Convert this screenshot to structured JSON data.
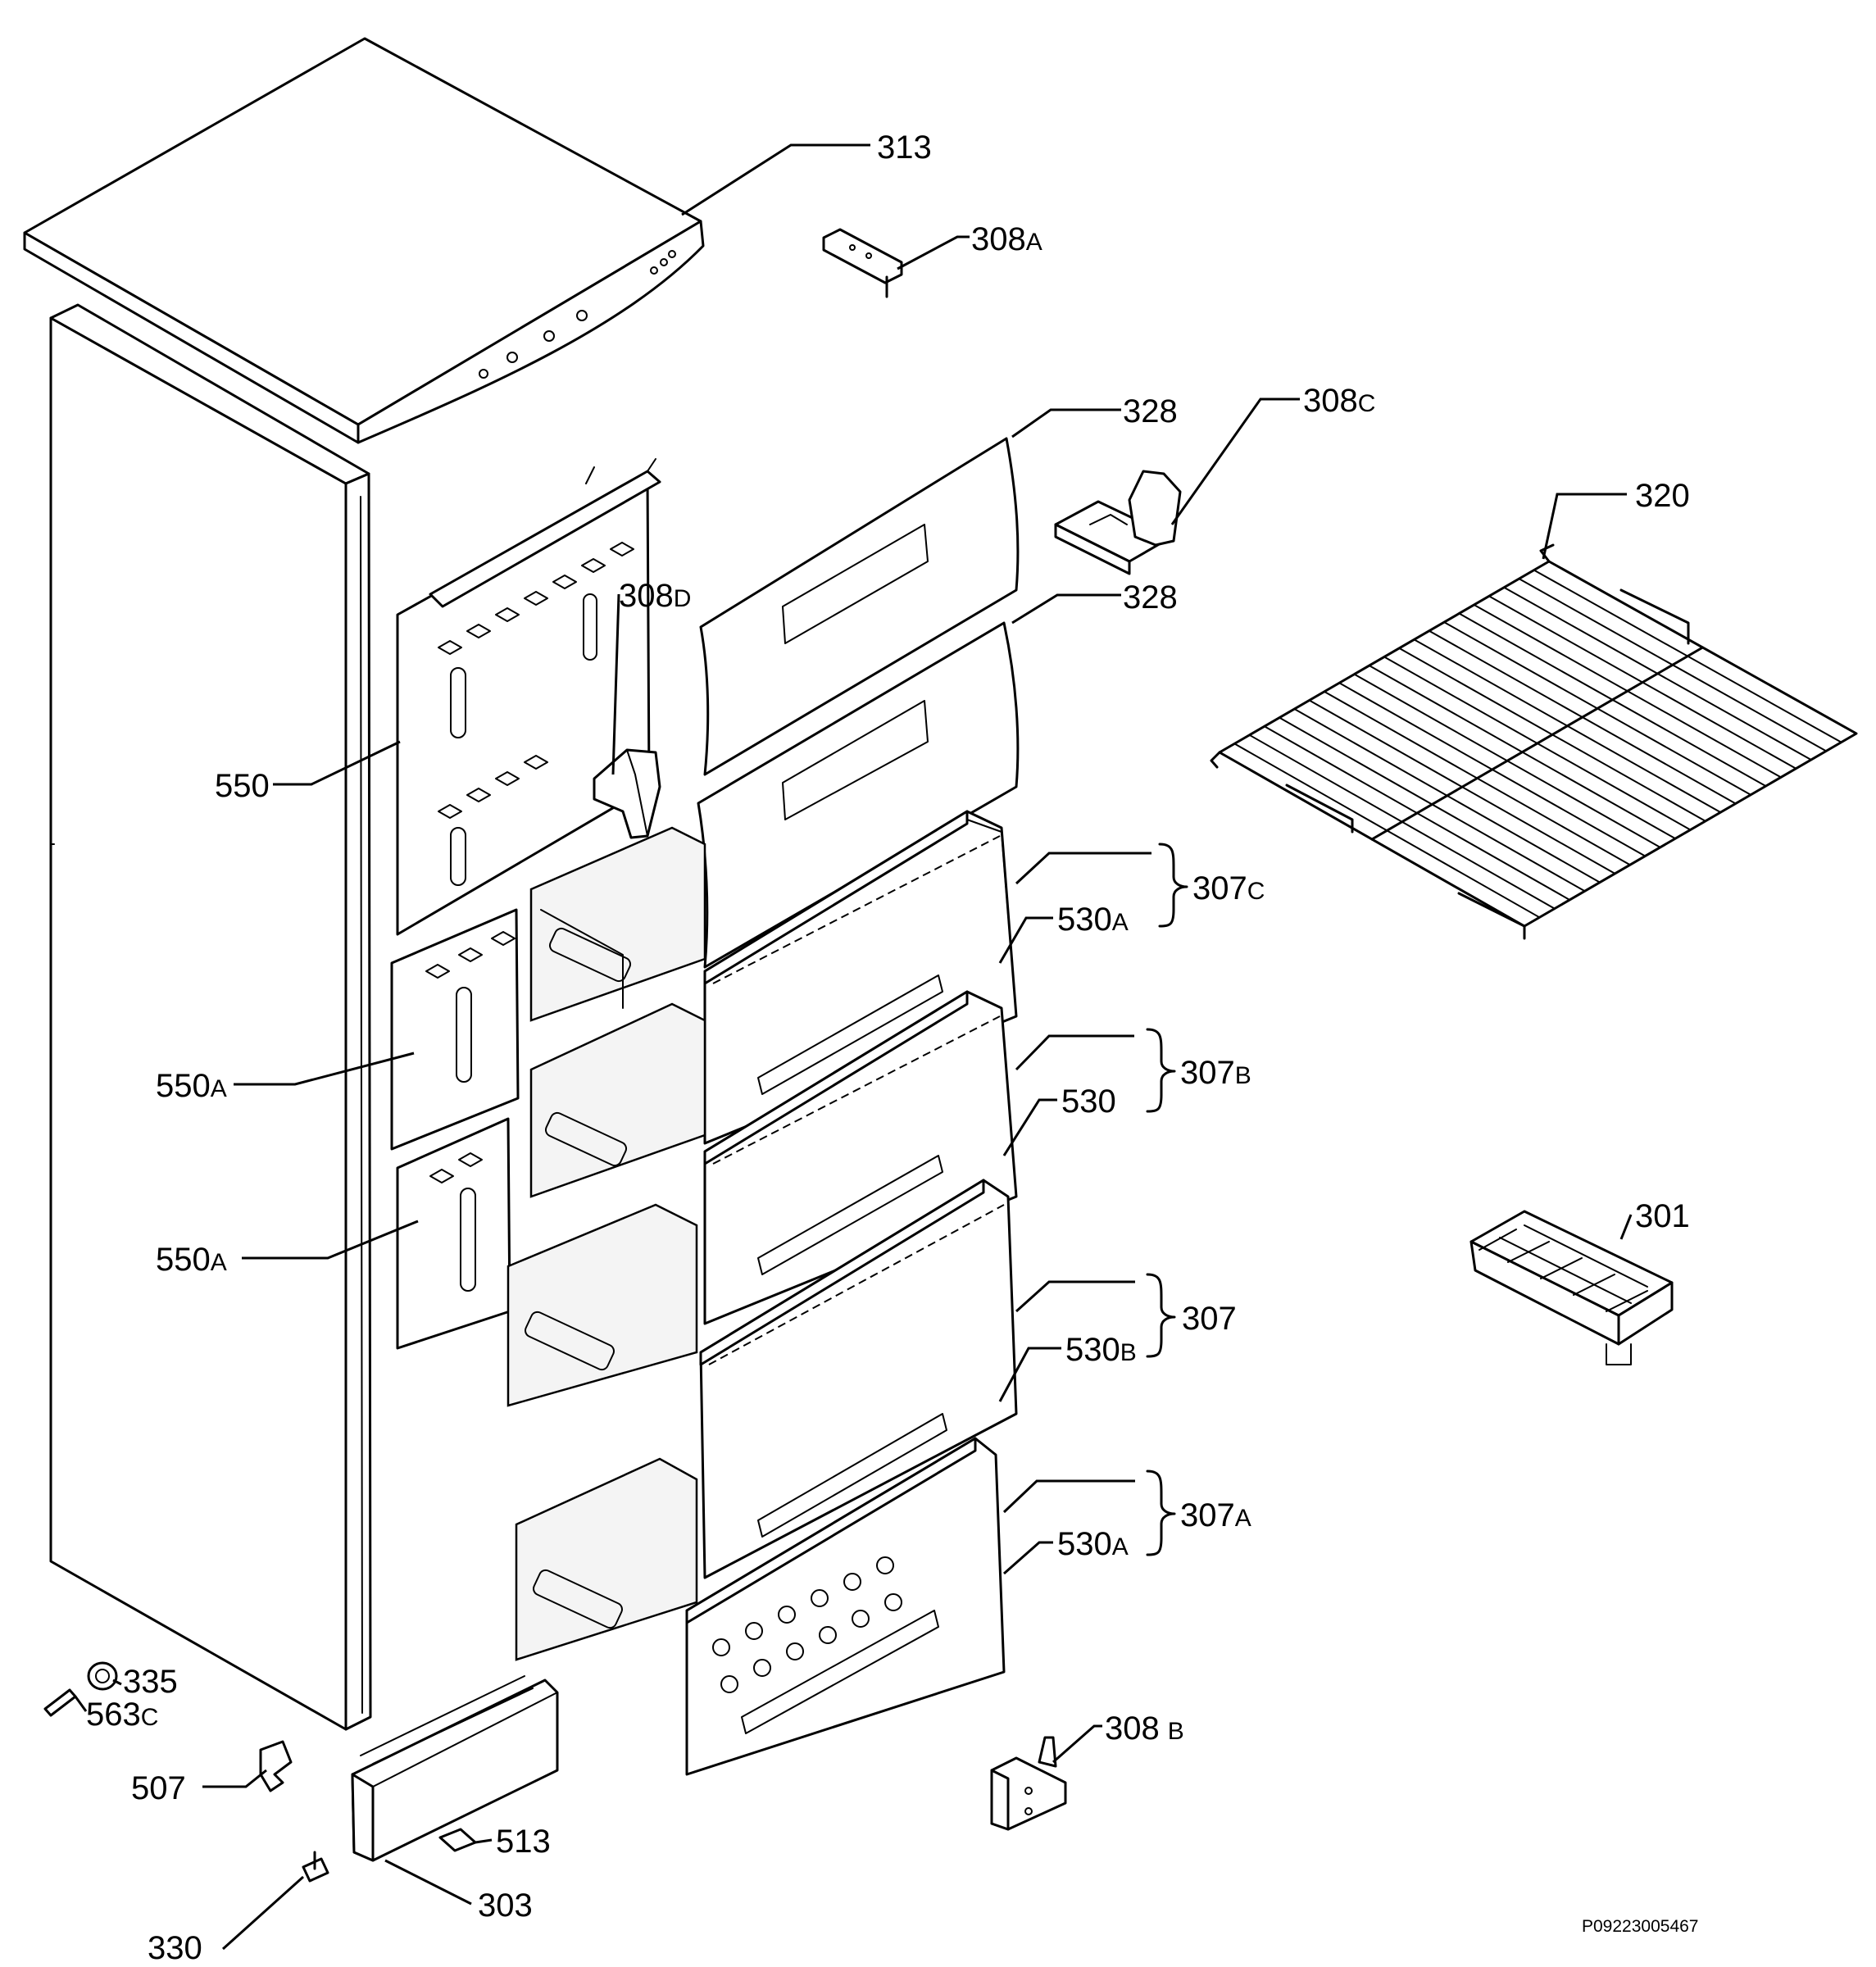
{
  "labels": {
    "l313": {
      "num": "313",
      "suffix": ""
    },
    "l308a": {
      "num": "308",
      "suffix": "A"
    },
    "l328a": {
      "num": "328",
      "suffix": ""
    },
    "l308c": {
      "num": "308",
      "suffix": "C"
    },
    "l320": {
      "num": "320",
      "suffix": ""
    },
    "l328b": {
      "num": "328",
      "suffix": ""
    },
    "l308d": {
      "num": "308",
      "suffix": "D"
    },
    "l550": {
      "num": "550",
      "suffix": ""
    },
    "l307c": {
      "num": "307",
      "suffix": "C"
    },
    "l530a1": {
      "num": "530",
      "suffix": "A"
    },
    "l550a1": {
      "num": "550",
      "suffix": "A"
    },
    "l307b": {
      "num": "307",
      "suffix": "B"
    },
    "l530": {
      "num": "530",
      "suffix": ""
    },
    "l301": {
      "num": "301",
      "suffix": ""
    },
    "l550a2": {
      "num": "550",
      "suffix": "A"
    },
    "l307": {
      "num": "307",
      "suffix": ""
    },
    "l530b": {
      "num": "530",
      "suffix": "B"
    },
    "l307a": {
      "num": "307",
      "suffix": "A"
    },
    "l530a2": {
      "num": "530",
      "suffix": "A"
    },
    "l335": {
      "num": "335",
      "suffix": ""
    },
    "l563c": {
      "num": "563",
      "suffix": "C"
    },
    "l308b": {
      "num": "308",
      "suffix": "B"
    },
    "l507": {
      "num": "507",
      "suffix": ""
    },
    "l513": {
      "num": "513",
      "suffix": ""
    },
    "l303": {
      "num": "303",
      "suffix": ""
    },
    "l330": {
      "num": "330",
      "suffix": ""
    }
  },
  "drawing_code": "P09223005467"
}
